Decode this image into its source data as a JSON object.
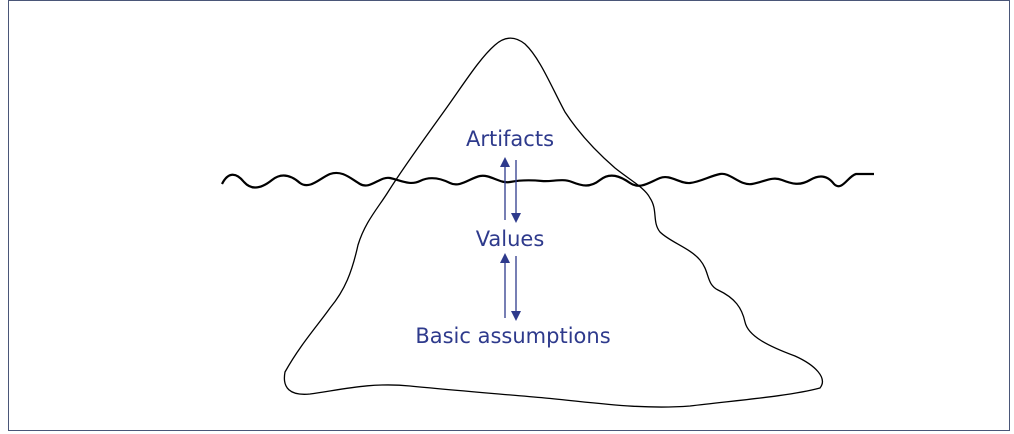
{
  "diagram": {
    "labels": {
      "artifacts": "Artifacts",
      "values": "Values",
      "basic_assumptions": "Basic assumptions"
    },
    "colors": {
      "text": "#2e3a8c",
      "arrow": "#2e3a8c",
      "outline": "#000000",
      "frame": "#4a5678"
    }
  }
}
